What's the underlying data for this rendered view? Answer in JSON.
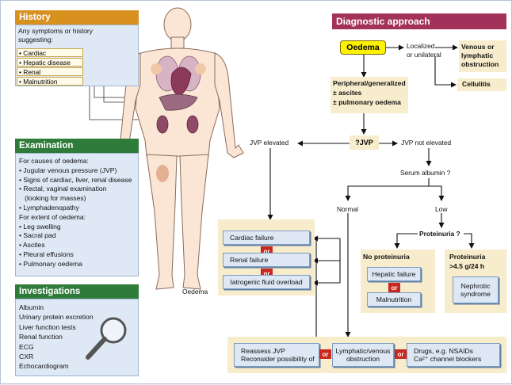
{
  "history": {
    "title": "History",
    "intro_1": "Any symptoms or history",
    "intro_2": "suggesting:",
    "items": [
      "Cardiac",
      "Hepatic disease",
      "Renal",
      "Malnutrition"
    ]
  },
  "examination": {
    "title": "Examination",
    "lines": [
      "For causes of oedema:",
      "• Jugular venous pressure (JVP)",
      "• Signs of cardiac, liver, renal disease",
      "• Rectal, vaginal examination",
      "   (looking for masses)",
      "• Lymphadenopathy",
      "For extent of oedema:",
      "• Leg swelling",
      "• Sacral pad",
      "• Ascites",
      "• Pleural effusions",
      "• Pulmonary oedema"
    ]
  },
  "investigations": {
    "title": "Investigations",
    "lines": [
      "Albumin",
      "Urinary protein excretion",
      "Liver function tests",
      "Renal function",
      "ECG",
      "CXR",
      "Echocardiogram"
    ]
  },
  "figure_label": "Oedema",
  "diagnostic": {
    "title": "Diagnostic approach",
    "oedema": "Oedema",
    "localized_1": "Localized",
    "localized_2": "or unilateral",
    "venous_1": "Venous or",
    "venous_2": "lymphatic",
    "venous_3": "obstruction",
    "cellulitis": "Cellulitis",
    "peripheral_1": "Peripheral/generalized",
    "peripheral_2": "± ascites",
    "peripheral_3": "± pulmonary oedema",
    "jvp_q": "?JVP",
    "jvp_elevated": "JVP elevated",
    "jvp_not_elevated": "JVP not elevated",
    "serum_albumin": "Serum albumin ?",
    "normal": "Normal",
    "low": "Low",
    "proteinuria_q": "Proteinuria ?",
    "no_proteinuria": "No proteinuria",
    "proteinuria_1": "Proteinuria",
    "proteinuria_2": ">4.5 g/24 h",
    "hepatic_failure": "Hepatic failure",
    "malnutrition": "Malnutrition",
    "nephrotic_1": "Nephrotic",
    "nephrotic_2": "syndrome",
    "cardiac_failure": "Cardiac failure",
    "renal_failure": "Renal failure",
    "iatrogenic": "Iatrogenic fluid overload",
    "reassess_1": "Reassess JVP",
    "reassess_2": "Reconsider possibility of",
    "lymphatic_1": "Lymphatic/venous",
    "lymphatic_2": "obstruction",
    "drugs_1": "Drugs, e.g. NSAIDs",
    "drugs_2": "Ca²⁺ channel blockers",
    "or": "or"
  },
  "colors": {
    "history_header": "#d8911f",
    "examination_header": "#2f7b3a",
    "investigations_header": "#2f7b3a",
    "diagnostic_header": "#a3325a",
    "oedema_box": "#fff200",
    "or_badge": "#c8281e",
    "cream": "#f7eccb",
    "panel": "#dfe9f5"
  }
}
